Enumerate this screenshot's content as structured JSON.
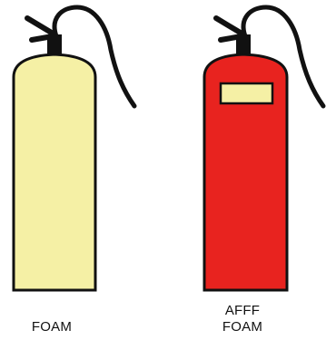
{
  "extinguishers": [
    {
      "label": "FOAM",
      "body_color": "#f5f0a5",
      "outline_color": "#111111",
      "has_band": false
    },
    {
      "label_line1": "AFFF",
      "label_line2": "FOAM",
      "body_color": "#e8231f",
      "band_color": "#f5f0a5",
      "outline_color": "#111111",
      "has_band": true
    }
  ],
  "icons": [
    "fire-extinguisher-icon",
    "fire-extinguisher-icon"
  ]
}
